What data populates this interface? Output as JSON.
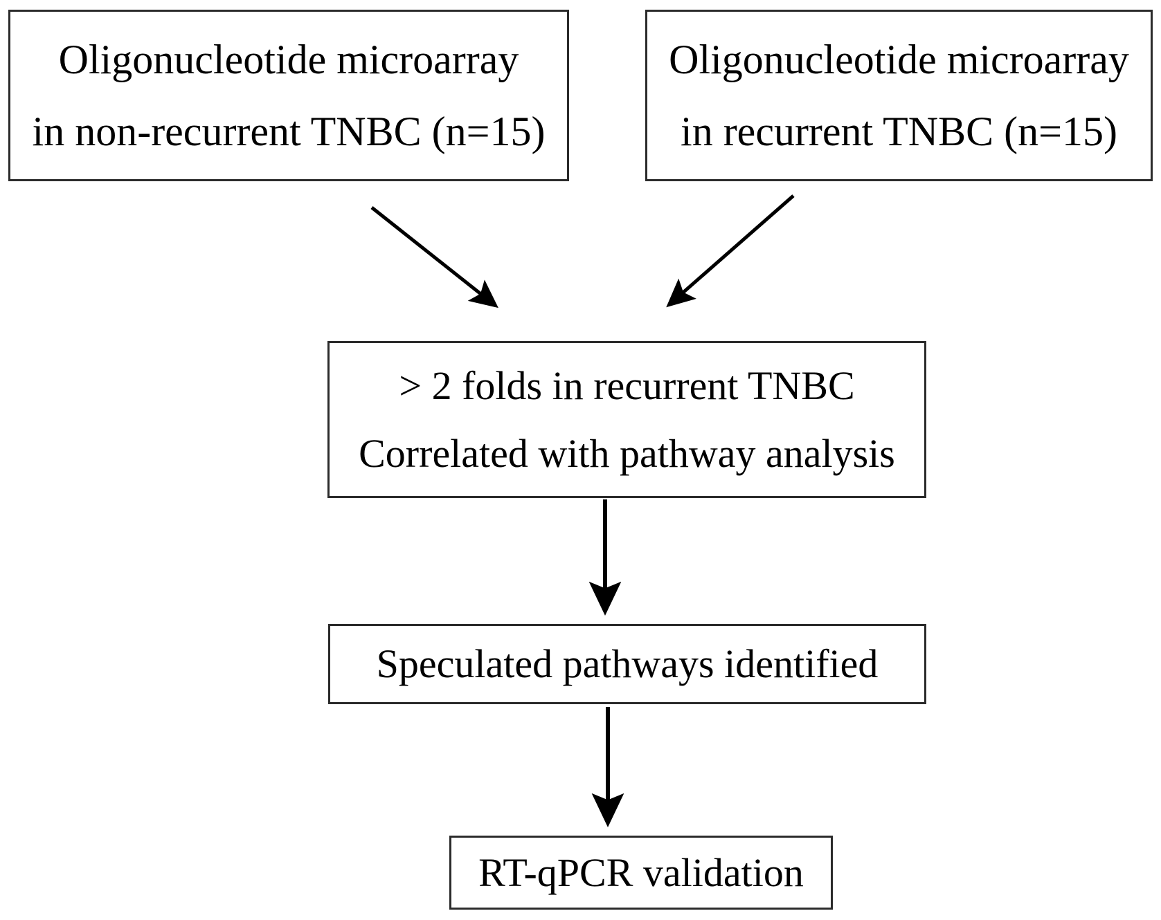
{
  "figure": {
    "type": "flowchart",
    "orientation": "top-down",
    "background_color": "#ffffff",
    "line_color": "#000000",
    "box_border_color": "#2b2b2b",
    "text_color": "#000000"
  },
  "nodes": {
    "array_nonrecurrent": {
      "line1": "Oligonucleotide microarray",
      "line2": "in non-recurrent TNBC (n=15)"
    },
    "array_recurrent": {
      "line1": "Oligonucleotide microarray",
      "line2": "in recurrent TNBC (n=15)"
    },
    "fold_filter": {
      "line1": "> 2 folds in recurrent TNBC",
      "line2": "Correlated with pathway analysis"
    },
    "speculated_pathways": {
      "line1": "Speculated pathways identified"
    },
    "rtqpcr_validation": {
      "line1": "RT-qPCR validation"
    }
  },
  "connectors": [
    {
      "name": "arrow-nonrecurrent-to-filter",
      "from": "array_nonrecurrent",
      "to": "fold_filter",
      "style": "diagonal-arrow"
    },
    {
      "name": "arrow-recurrent-to-filter",
      "from": "array_recurrent",
      "to": "fold_filter",
      "style": "diagonal-arrow"
    },
    {
      "name": "arrow-filter-to-pathways",
      "from": "fold_filter",
      "to": "speculated_pathways",
      "style": "vertical-arrow"
    },
    {
      "name": "arrow-pathways-to-validation",
      "from": "speculated_pathways",
      "to": "rtqpcr_validation",
      "style": "vertical-arrow"
    }
  ]
}
